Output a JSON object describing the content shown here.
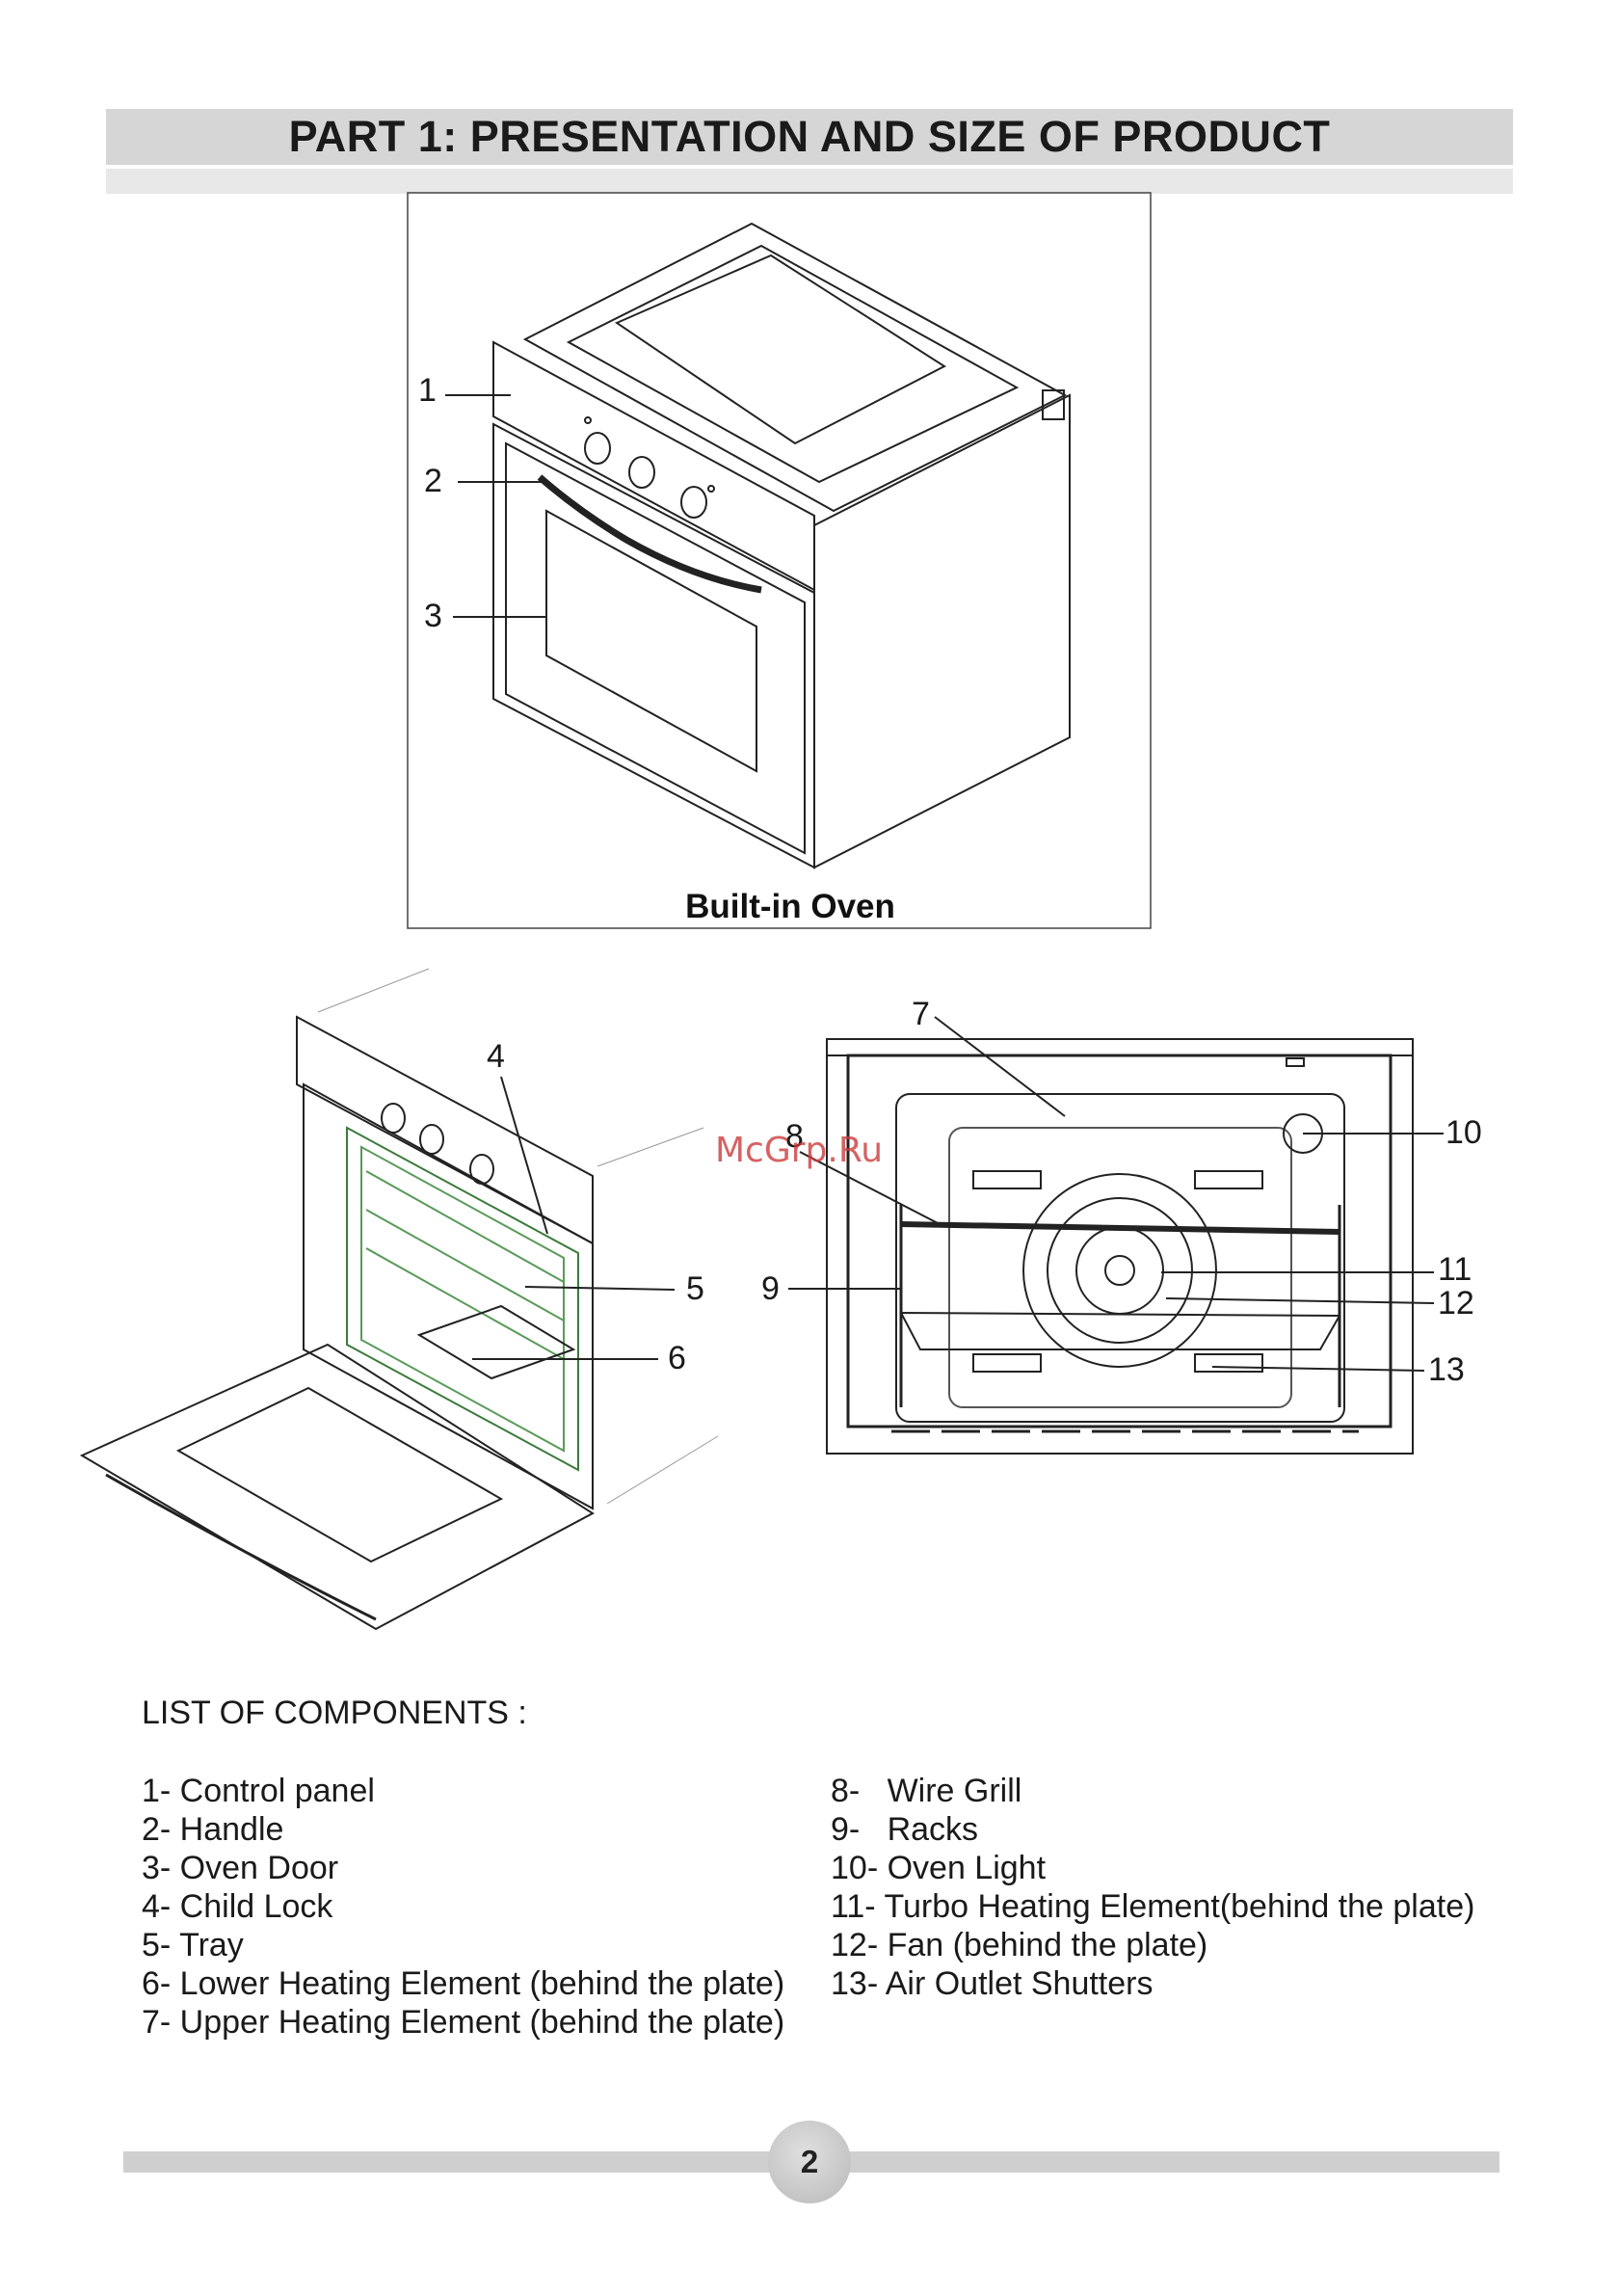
{
  "header": {
    "title": "PART 1: PRESENTATION AND SIZE OF PRODUCT"
  },
  "figure_top": {
    "caption": "Built-in Oven",
    "callouts": [
      "1",
      "2",
      "3"
    ]
  },
  "figure_left": {
    "callouts": [
      "4",
      "5",
      "6"
    ]
  },
  "figure_right": {
    "callouts": [
      "7",
      "8",
      "9",
      "10",
      "11",
      "12",
      "13"
    ]
  },
  "watermark": "McGrp.Ru",
  "components": {
    "title": "LIST OF COMPONENTS :",
    "left": [
      "1- Control panel",
      "2- Handle",
      "3- Oven Door",
      "4- Child Lock",
      "5- Tray",
      "6- Lower Heating Element (behind the plate)",
      "7- Upper Heating Element (behind the plate)"
    ],
    "right": [
      "8-   Wire Grill",
      "9-   Racks",
      "10- Oven Light",
      "11- Turbo Heating Element(behind the plate)",
      "12- Fan (behind the plate)",
      "13- Air Outlet Shutters"
    ]
  },
  "footer": {
    "page_number": "2"
  }
}
